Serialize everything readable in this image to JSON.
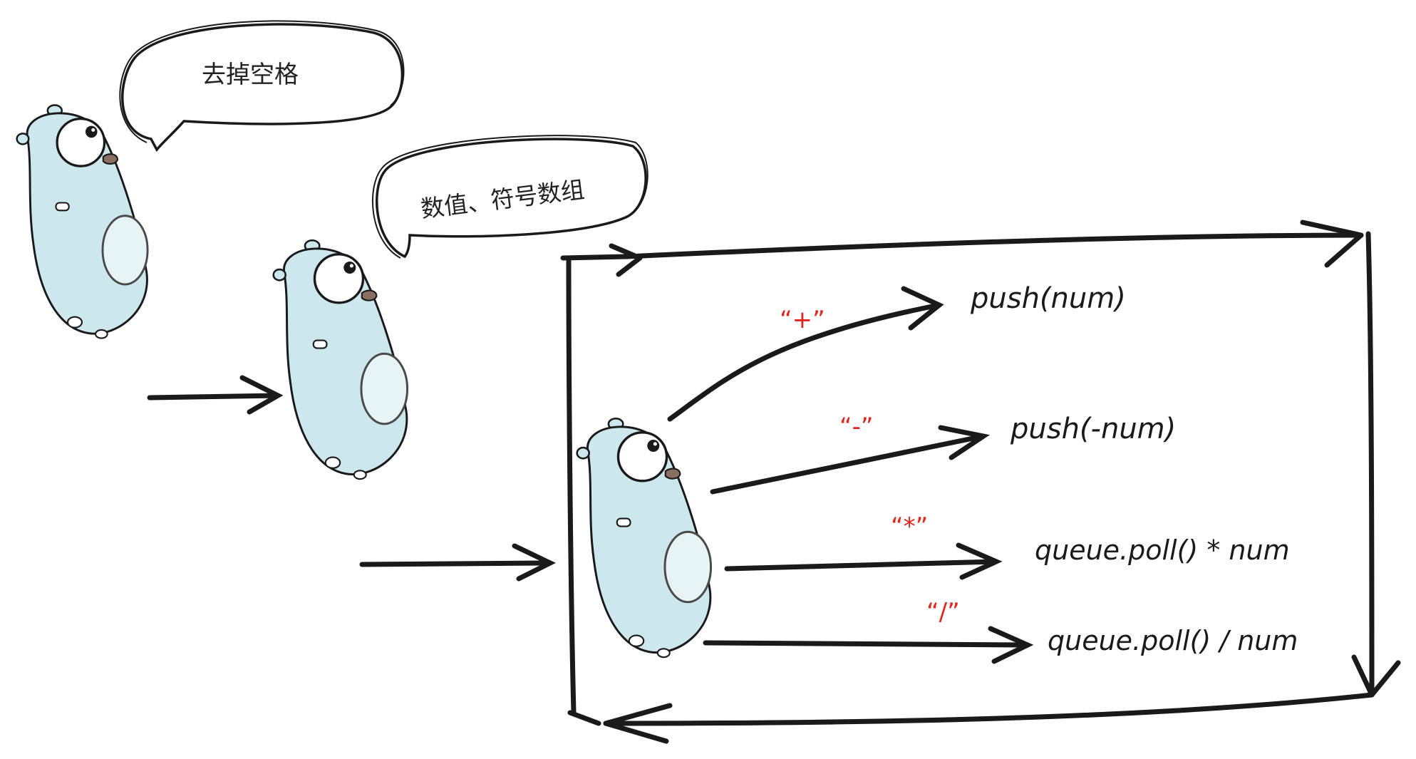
{
  "bubbles": {
    "first": "去掉空格",
    "second": "数值、符号数组"
  },
  "operations": [
    {
      "symbol": "“+”",
      "result": "push(num)"
    },
    {
      "symbol": "“-”",
      "result": "push(-num)"
    },
    {
      "symbol": "“*”",
      "result": "queue.poll() * num"
    },
    {
      "symbol": "“/”",
      "result": "queue.poll() / num"
    }
  ],
  "colors": {
    "gopher_body": "#cde8ec",
    "gopher_belly": "#e7f4f5",
    "ink": "#1a1a1a",
    "operator_red": "#e0251f"
  }
}
